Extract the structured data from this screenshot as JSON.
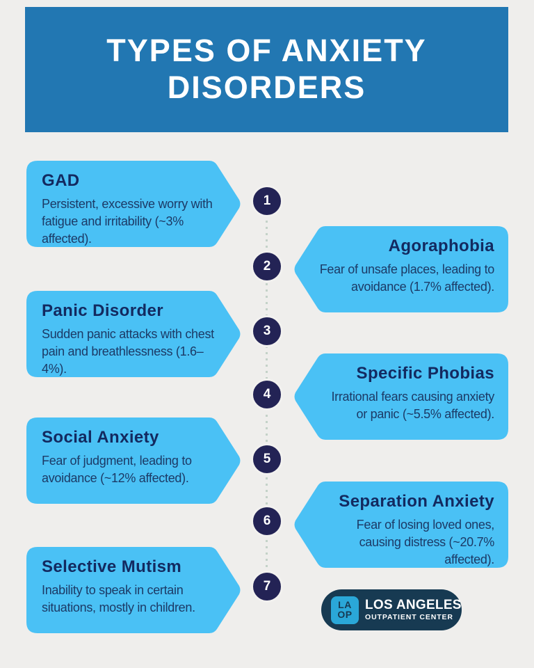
{
  "header": {
    "title_line1": "TYPES OF ANXIETY",
    "title_line2": "DISORDERS"
  },
  "items": [
    {
      "num": "1",
      "side": "left",
      "title": "GAD",
      "desc": "Persistent, excessive worry with fatigue and irritability (~3% affected)."
    },
    {
      "num": "2",
      "side": "right",
      "title": "Agoraphobia",
      "desc": "Fear of unsafe places, leading to avoidance (1.7% affected)."
    },
    {
      "num": "3",
      "side": "left",
      "title": "Panic Disorder",
      "desc": "Sudden panic attacks with chest pain and breathlessness (1.6–4%)."
    },
    {
      "num": "4",
      "side": "right",
      "title": "Specific Phobias",
      "desc": "Irrational fears causing anxiety or panic (~5.5% affected)."
    },
    {
      "num": "5",
      "side": "left",
      "title": "Social Anxiety",
      "desc": "Fear of judgment, leading to avoidance (~12% affected)."
    },
    {
      "num": "6",
      "side": "right",
      "title": "Separation Anxiety",
      "desc": "Fear of losing loved ones, causing distress (~20.7% affected)."
    },
    {
      "num": "7",
      "side": "left",
      "title": "Selective Mutism",
      "desc": "Inability to speak in certain situations, mostly in children."
    }
  ],
  "logo": {
    "monogram_line1": "LA",
    "monogram_line2": "OP",
    "name_line1": "LOS ANGELES",
    "name_line2": "OUTPATIENT CENTER"
  },
  "colors": {
    "background": "#efeeec",
    "header_blue": "#2277b2",
    "box_blue": "#4ac1f5",
    "circle_navy": "#232355",
    "title_navy": "#132a60",
    "body_navy": "#1c3a66",
    "dot_gray": "#c4d2c8",
    "logo_pill": "#173a52",
    "logo_square": "#2aa7d8"
  }
}
